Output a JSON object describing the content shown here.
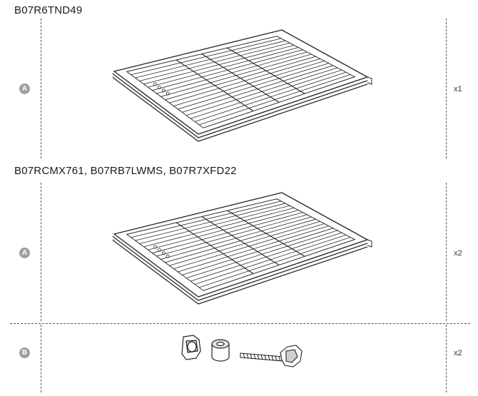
{
  "sections": [
    {
      "model": "B07R6TND49",
      "badge": "A",
      "qty": "x1",
      "part_icon": "folding-bed-frame"
    },
    {
      "model": "B07RCMX761, B07RB7LWMS, B07R7XFD22",
      "badge": "A",
      "qty": "x2",
      "part_icon": "folding-bed-frame"
    },
    {
      "model": "",
      "badge": "B",
      "qty": "x2",
      "part_icon": "knob-bolt-hardware"
    }
  ],
  "colors": {
    "badge": "#9e9e9e",
    "line": "#555555",
    "ink": "#1a1a1a"
  }
}
